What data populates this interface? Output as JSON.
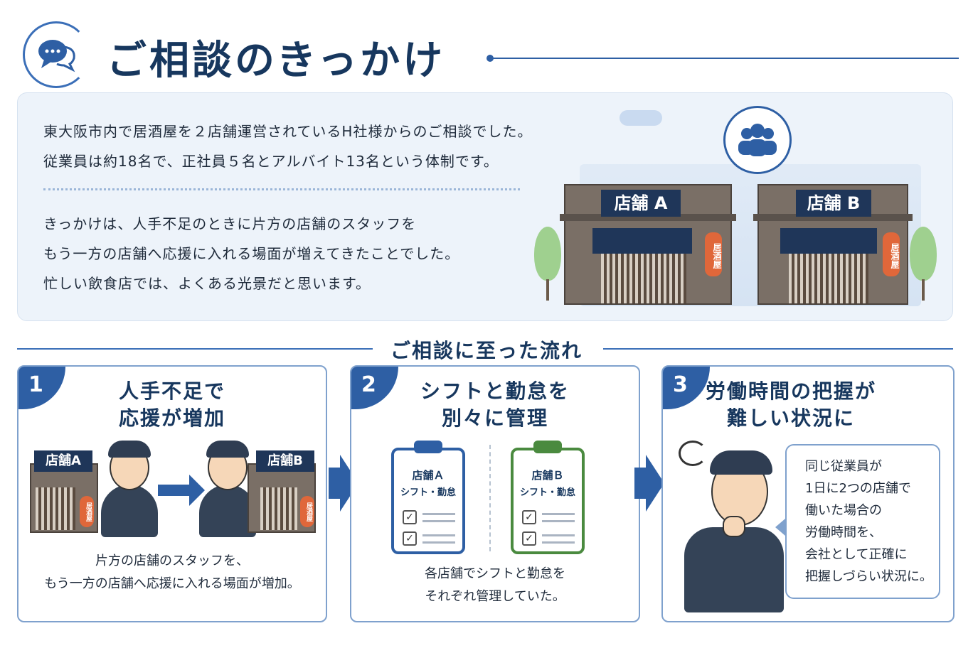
{
  "header": {
    "title": "ご相談のきっかけ",
    "icon": "chat-bubbles-icon"
  },
  "intro": {
    "line1": "東大阪市内で居酒屋を２店舗運営されているH社様からのご相談でした。",
    "line2": "従業員は約18名で、正社員５名とアルバイト13名という体制です。",
    "line3": "きっかけは、人手不足のときに片方の店舗のスタッフを",
    "line4": "もう一方の店舗へ応援に入れる場面が増えてきたことでした。",
    "line5": "忙しい飲食店では、よくある光景だと思います。",
    "shop_a": "店舗 A",
    "shop_b": "店舗 B",
    "lantern": "居酒屋",
    "people_icon": "people-group-icon"
  },
  "flow": {
    "title": "ご相談に至った流れ",
    "steps": [
      {
        "number": "1",
        "title_line1": "人手不足で",
        "title_line2": "応援が増加",
        "shop_a": "店舗A",
        "shop_b": "店舗B",
        "lantern": "居酒屋",
        "desc_line1": "片方の店舗のスタッフを、",
        "desc_line2": "もう一方の店舗へ応援に入れる場面が増加。"
      },
      {
        "number": "2",
        "title_line1": "シフトと勤怠を",
        "title_line2": "別々に管理",
        "clip_a_title": "店舗Ａ",
        "clip_a_sub": "シフト・勤怠",
        "clip_b_title": "店舗Ｂ",
        "clip_b_sub": "シフト・勤怠",
        "desc_line1": "各店舗でシフトと勤怠を",
        "desc_line2": "それぞれ管理していた。"
      },
      {
        "number": "3",
        "title_line1": "労働時間の把握が",
        "title_line2": "難しい状況に",
        "bubble": [
          "同じ従業員が",
          "1日に2つの店舗で",
          "働いた場合の",
          "労働時間を、",
          "会社として正確に",
          "把握しづらい状況に。"
        ]
      }
    ]
  },
  "colors": {
    "navy": "#17375e",
    "blue": "#2e5fa4",
    "green": "#4a8a3f",
    "lantern": "#e0673a"
  }
}
